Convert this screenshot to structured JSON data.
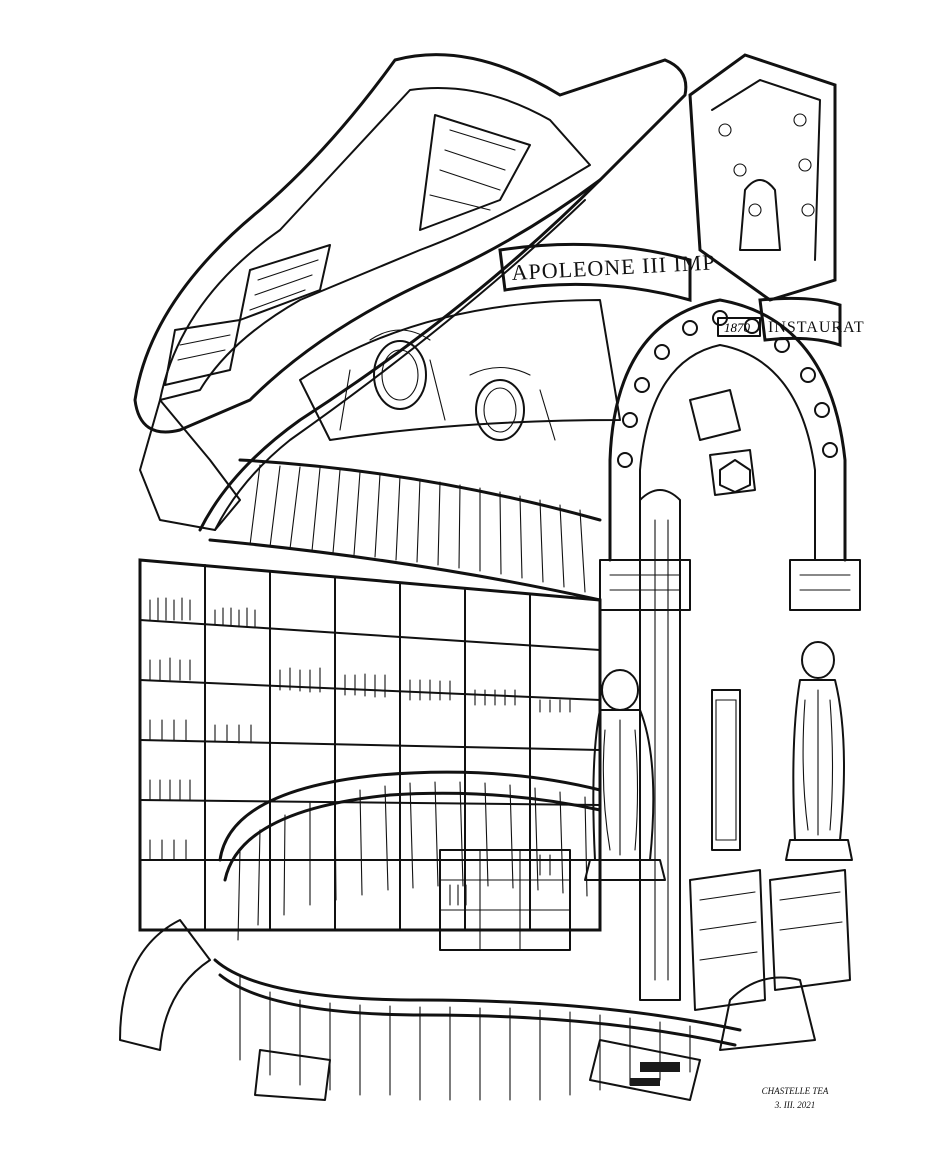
{
  "artwork": {
    "inscription_left": "APOLEONE III IMP",
    "inscription_right": "INSTAURAT",
    "date_plaque": "1870",
    "signature_name": "CHASTELLE TEA",
    "signature_date": "3. III. 2021"
  },
  "colors": {
    "ink": "#111111",
    "paper": "#ffffff"
  }
}
